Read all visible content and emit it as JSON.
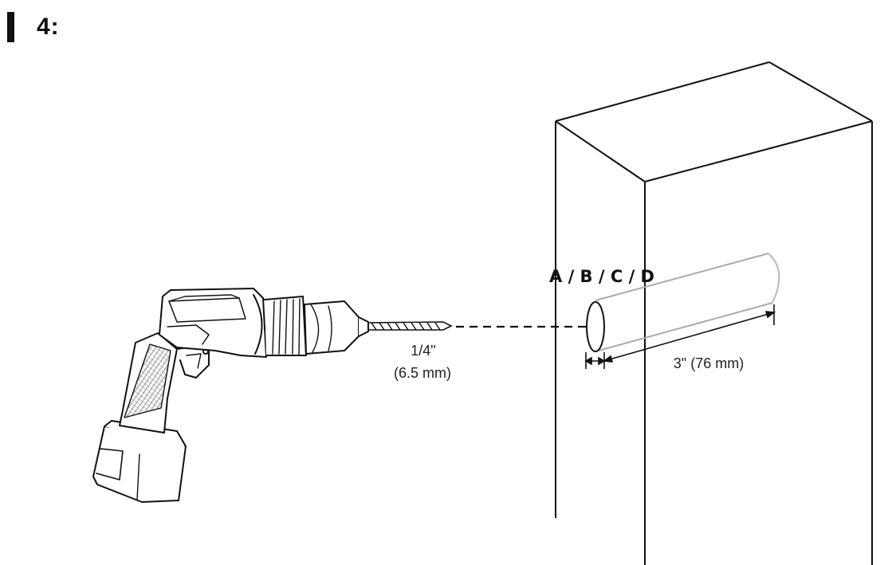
{
  "step": {
    "number": "4:"
  },
  "labels": {
    "drill_bit_size": "1/4\"",
    "drill_bit_size_metric": "(6.5 mm)",
    "hole_ids": "A / B / C / D",
    "hole_depth": "3\" (76 mm)"
  }
}
